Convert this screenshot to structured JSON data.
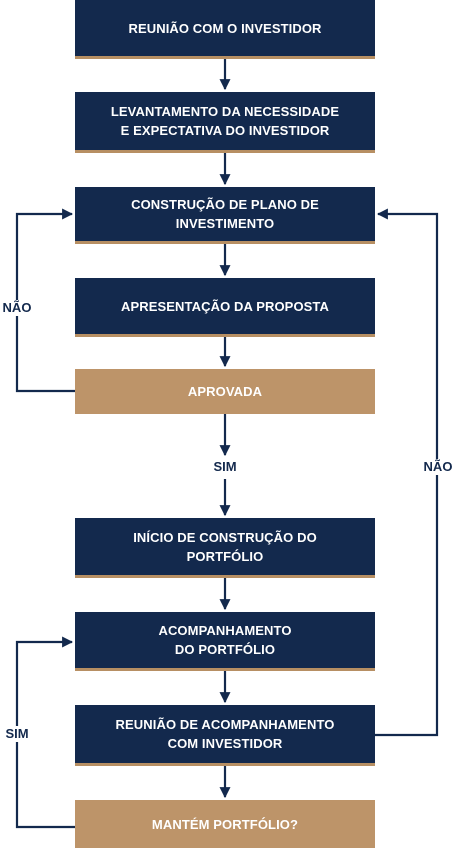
{
  "steps": {
    "meeting": "REUNIÃO COM O INVESTIDOR",
    "survey": "LEVANTAMENTO DA NECESSIDADE\nE EXPECTATIVA DO INVESTIDOR",
    "plan": "CONSTRUÇÃO DE PLANO DE\nINVESTIMENTO",
    "proposal": "APRESENTAÇÃO DA PROPOSTA",
    "approved": "APROVADA",
    "portfolio_start": "INÍCIO DE CONSTRUÇÃO DO\nPORTFÓLIO",
    "monitoring": "ACOMPANHAMENTO\nDO PORTFÓLIO",
    "followup_meeting": "REUNIÃO DE ACOMPANHAMENTO\nCOM INVESTIDOR",
    "keep_portfolio": "MANTÉM PORTFÓLIO?"
  },
  "labels": {
    "no_left": "NÃO",
    "yes_center": "SIM",
    "no_right": "NÃO",
    "yes_left": "SIM"
  },
  "colors": {
    "navy": "#13294d",
    "tan": "#bd9469",
    "accent_line": "#b78f63"
  }
}
